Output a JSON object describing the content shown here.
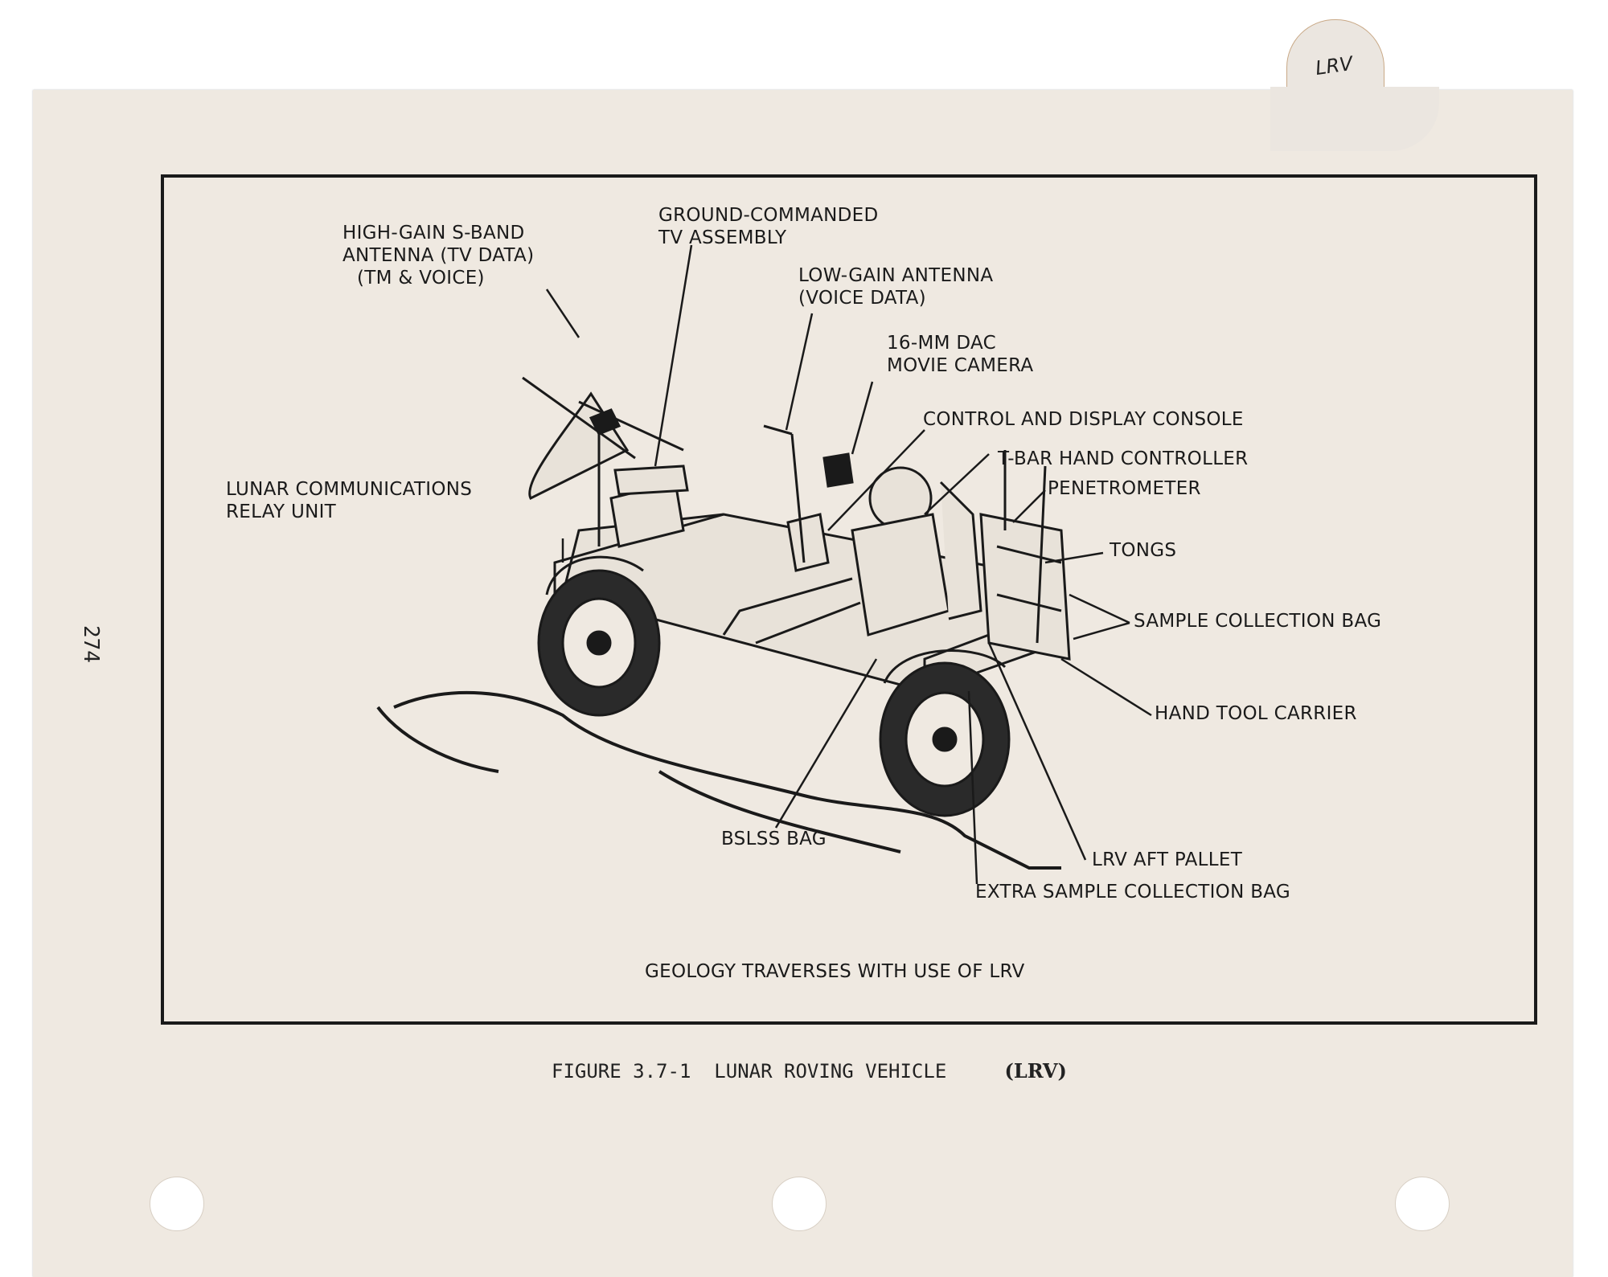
{
  "tab_label": "LRV",
  "page_number": "274",
  "figure": {
    "labels": {
      "high_gain": [
        "HIGH-GAIN S-BAND",
        "ANTENNA (TV DATA)",
        "(TM & VOICE)"
      ],
      "gctv": [
        "GROUND-COMMANDED",
        "TV ASSEMBLY"
      ],
      "low_gain": [
        "LOW-GAIN ANTENNA",
        "(VOICE DATA)"
      ],
      "dac": [
        "16-MM DAC",
        "MOVIE CAMERA"
      ],
      "console": "CONTROL AND DISPLAY CONSOLE",
      "tbar": "T-BAR HAND CONTROLLER",
      "penetrometer": "PENETROMETER",
      "tongs": "TONGS",
      "sample_bag": "SAMPLE COLLECTION BAG",
      "hand_tool": "HAND TOOL CARRIER",
      "aft_pallet": "LRV AFT PALLET",
      "extra_bag": "EXTRA SAMPLE COLLECTION BAG",
      "bslss": "BSLSS BAG",
      "lcru": [
        "LUNAR COMMUNICATIONS",
        "RELAY UNIT"
      ]
    },
    "subtitle": "GEOLOGY TRAVERSES WITH USE OF LRV"
  },
  "caption": {
    "number": "FIGURE 3.7-1",
    "title": "LUNAR ROVING VEHICLE",
    "abbr": "(LRV)"
  }
}
